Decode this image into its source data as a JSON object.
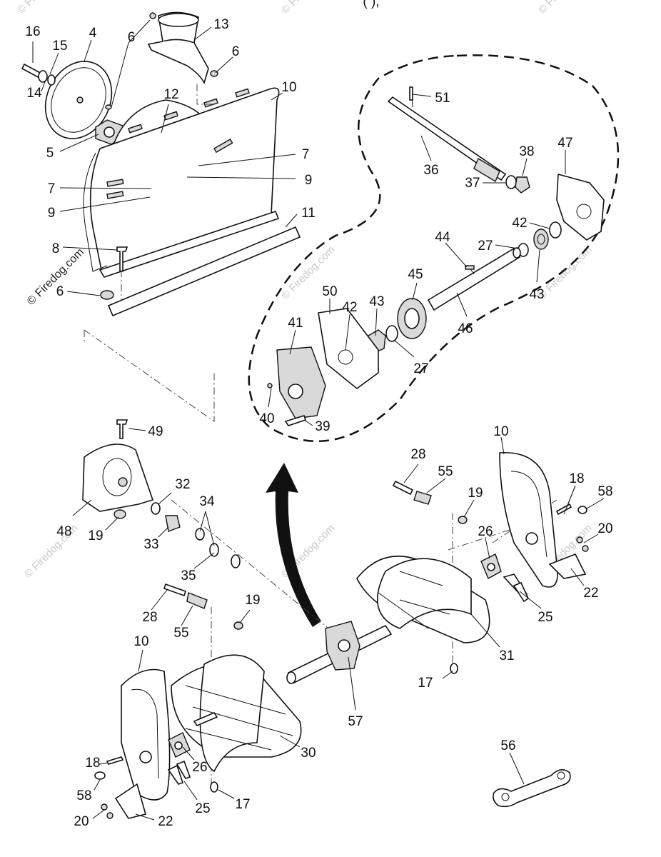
{
  "header_fragment": "(                    ),",
  "watermarks": [
    "© Firedog.com",
    "© Firedog.com",
    "© Firedog.com",
    "© Firedog.com",
    "© Firedog.com",
    "© Firedog.com",
    "© Firedog.com",
    "© Firedog.com",
    "© Firedog.com"
  ],
  "callouts": {
    "c16": "16",
    "c15": "15",
    "c4": "4",
    "c6a": "6",
    "c13": "13",
    "c6b": "6",
    "c14": "14",
    "c12": "12",
    "c10a": "10",
    "c5": "5",
    "c7a": "7",
    "c9a": "9",
    "c7b": "7",
    "c9b": "9",
    "c11": "11",
    "c8": "8",
    "c6c": "6",
    "c51": "51",
    "c36": "36",
    "c38": "38",
    "c47": "47",
    "c37": "37",
    "c42a": "42",
    "c44": "44",
    "c27a": "27",
    "c45": "45",
    "c43a": "43",
    "c50": "50",
    "c42b": "42",
    "c43b": "43",
    "c41": "41",
    "c46": "46",
    "c27b": "27",
    "c40": "40",
    "c39": "39",
    "c49": "49",
    "c32": "32",
    "c34": "34",
    "c48": "48",
    "c19a": "19",
    "c33": "33",
    "c35": "35",
    "c28a": "28",
    "c55a": "55",
    "c10b": "10",
    "c19b": "19",
    "c18a": "18",
    "c58a": "58",
    "c26a": "26",
    "c20a": "20",
    "c22a": "22",
    "c25a": "25",
    "c31": "31",
    "c17a": "17",
    "c28b": "28",
    "c55b": "55",
    "c19c": "19",
    "c10c": "10",
    "c57": "57",
    "c30": "30",
    "c56": "56",
    "c18b": "18",
    "c26b": "26",
    "c58b": "58",
    "c25b": "25",
    "c17b": "17",
    "c20b": "20",
    "c22b": "22"
  }
}
